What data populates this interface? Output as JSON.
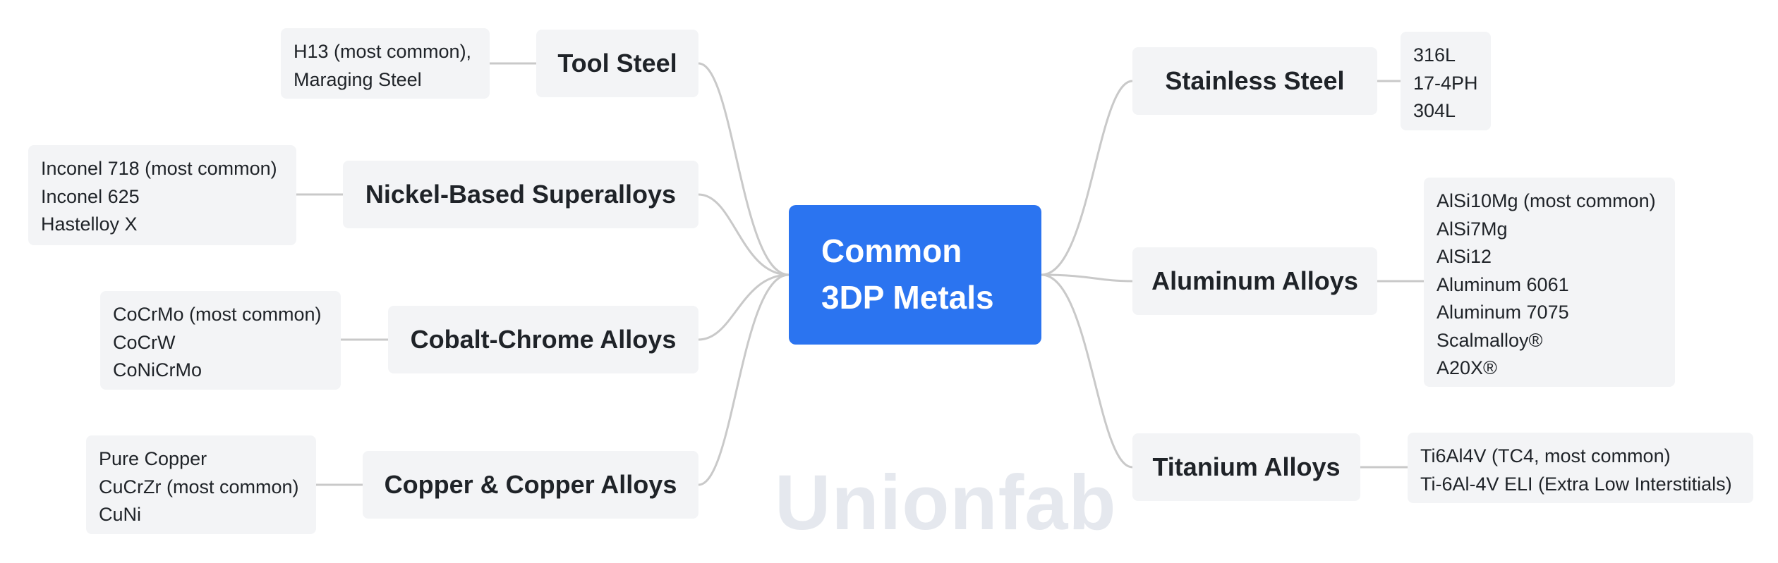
{
  "center": {
    "lines": [
      "Common",
      "3DP Metals"
    ]
  },
  "watermark": "Unionfab",
  "colors": {
    "center_fill": "#2b74f0",
    "node_fill": "#f3f4f6",
    "connector": "#c9c9c9",
    "watermark": "#e5e8ee"
  },
  "branches": [
    {
      "label": "Tool Steel",
      "items": [
        "H13 (most common),",
        "Maraging Steel"
      ]
    },
    {
      "label": "Nickel-Based Superalloys",
      "items": [
        "Inconel 718 (most common)",
        "Inconel 625",
        "Hastelloy X"
      ]
    },
    {
      "label": "Cobalt-Chrome Alloys",
      "items": [
        "CoCrMo (most common)",
        "CoCrW",
        "CoNiCrMo"
      ]
    },
    {
      "label": "Copper & Copper Alloys",
      "items": [
        "Pure Copper",
        "CuCrZr (most common)",
        "CuNi"
      ]
    },
    {
      "label": "Stainless Steel",
      "items": [
        "316L",
        "17-4PH",
        "304L"
      ]
    },
    {
      "label": "Aluminum Alloys",
      "items": [
        "AlSi10Mg (most common)",
        "AlSi7Mg",
        "AlSi12",
        "Aluminum 6061",
        "Aluminum 7075",
        "Scalmalloy®",
        "A20X®"
      ]
    },
    {
      "label": "Titanium Alloys",
      "items": [
        "Ti6Al4V (TC4, most common)",
        "Ti-6Al-4V ELI (Extra Low Interstitials)"
      ]
    }
  ]
}
